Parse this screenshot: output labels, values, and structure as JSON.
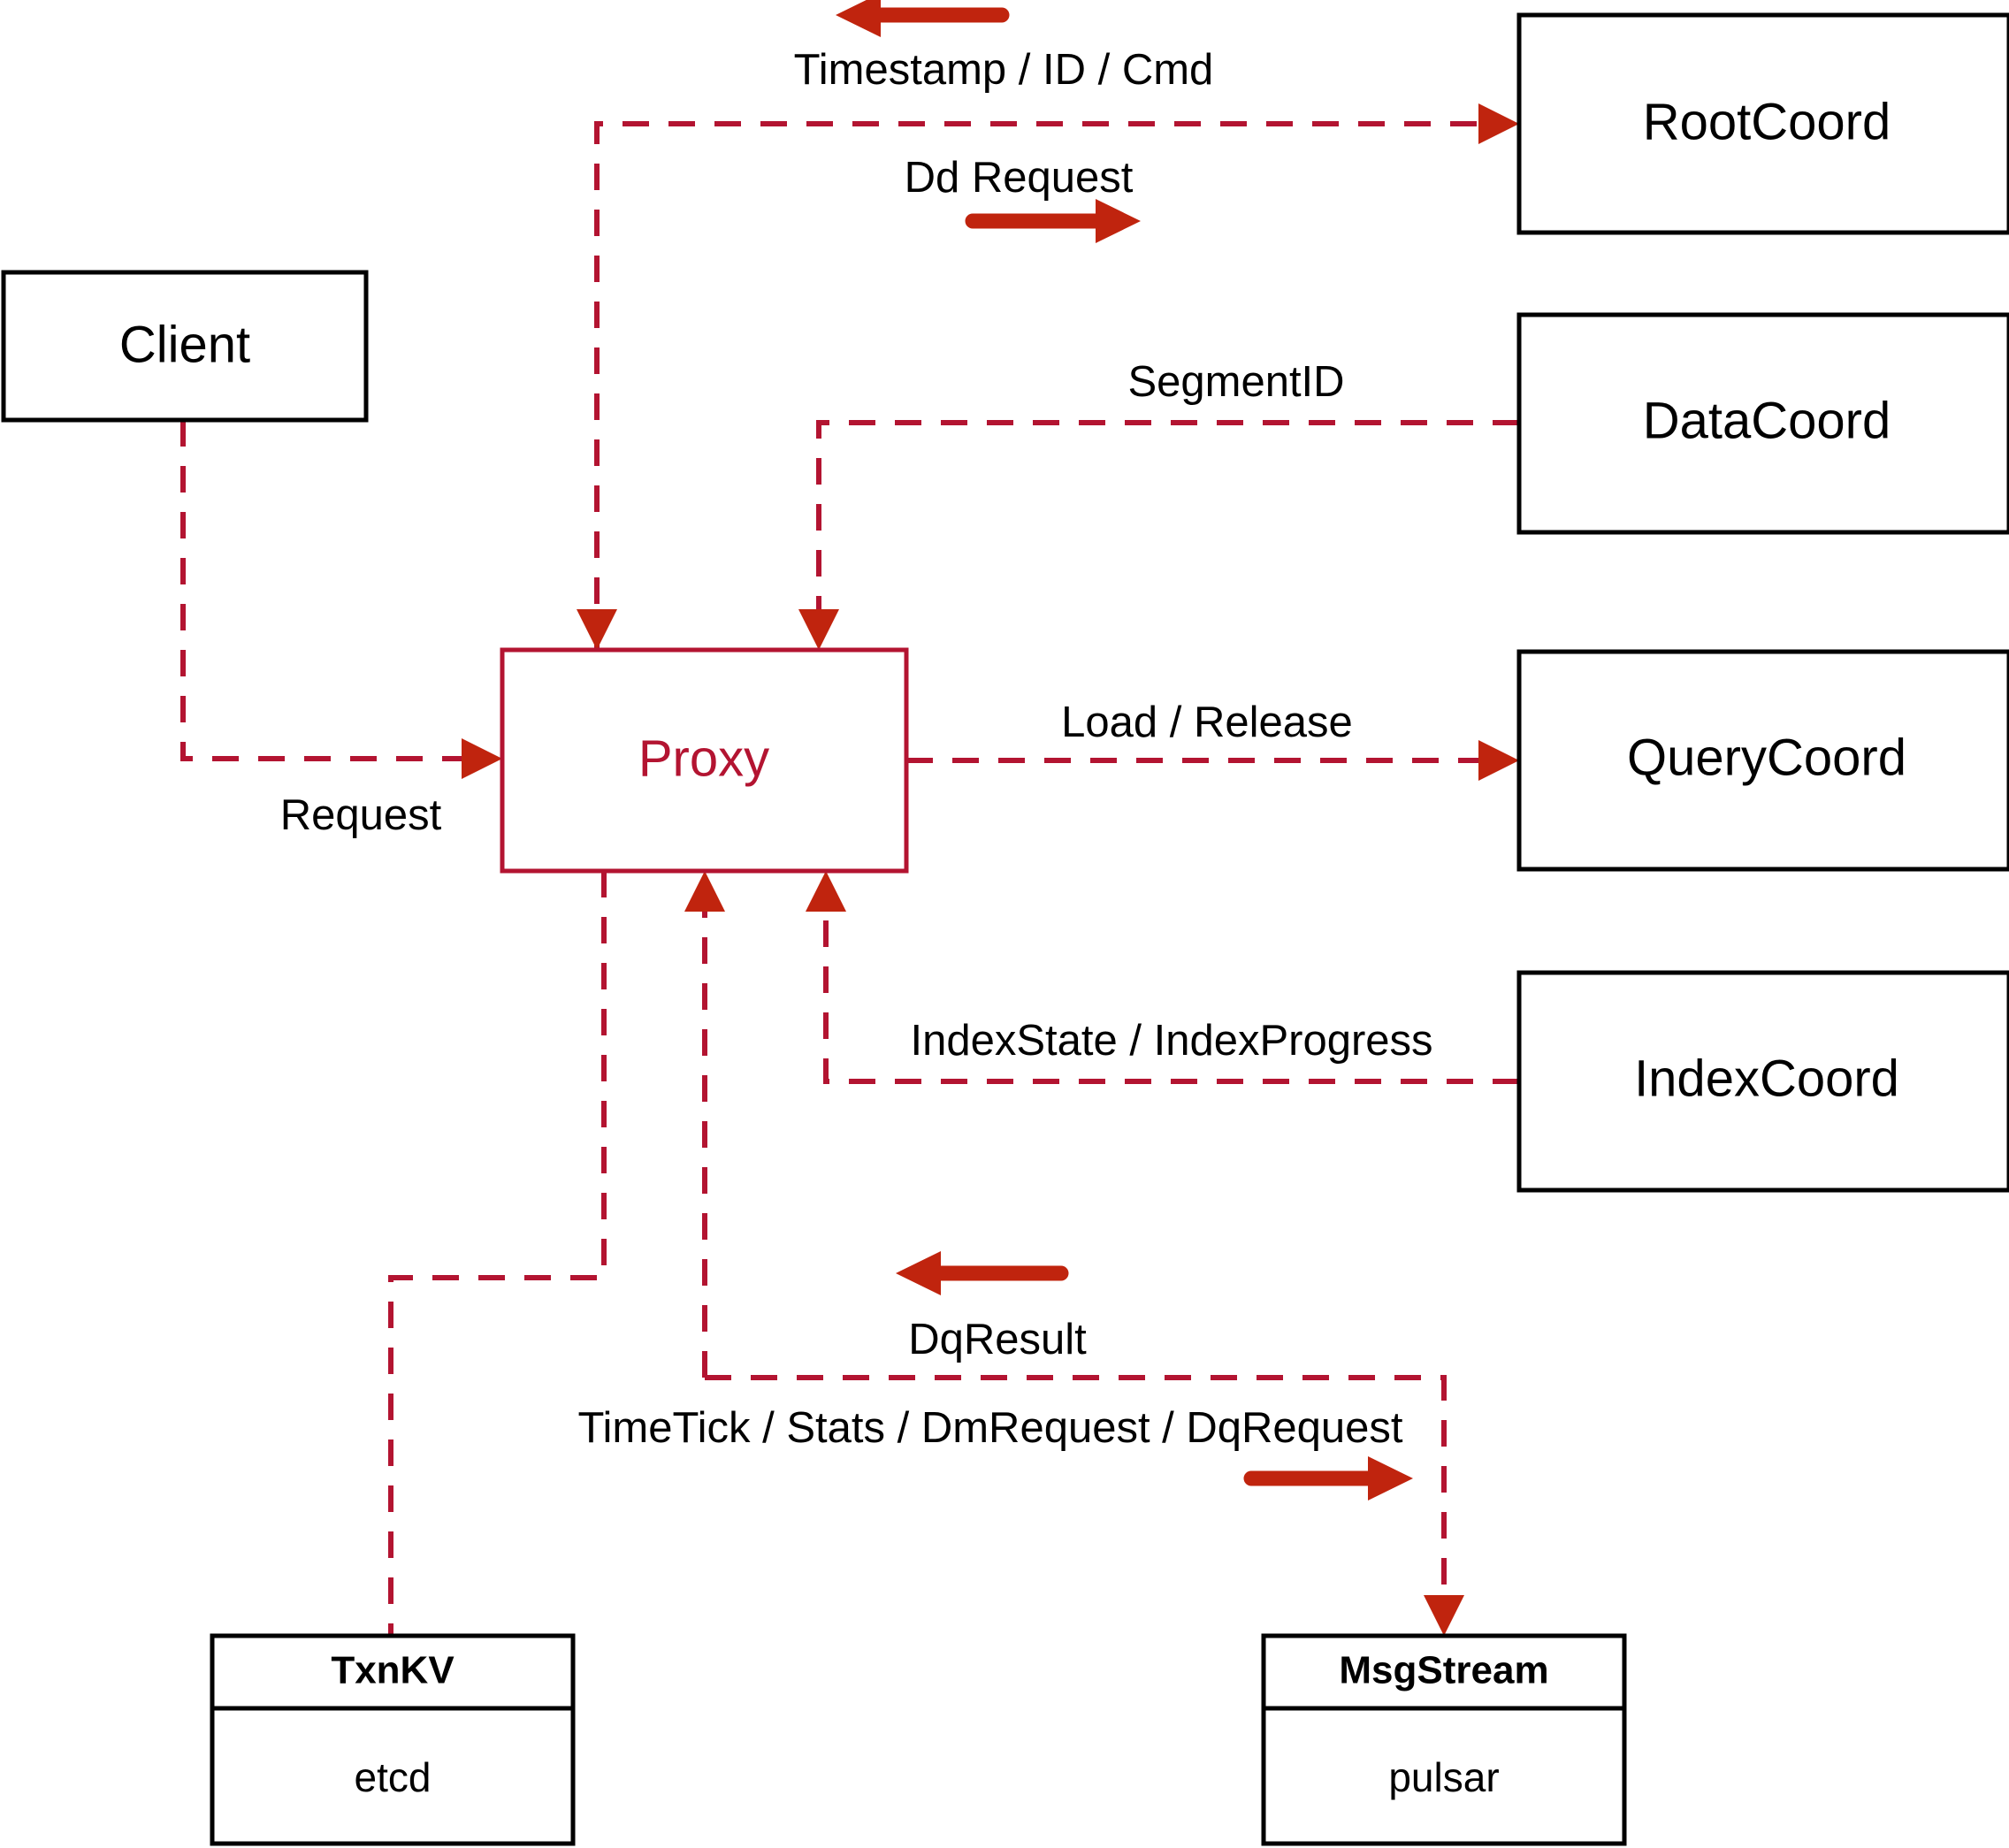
{
  "diagram": {
    "title": "Proxy interaction diagram",
    "colors": {
      "accent_dashed": "#B31431",
      "flow_arrow": "#C0240E",
      "node_stroke": "#000000",
      "background": "#FFFFFF"
    },
    "nodes": [
      {
        "id": "client",
        "label": "Client",
        "style": "plain"
      },
      {
        "id": "proxy",
        "label": "Proxy",
        "style": "accent"
      },
      {
        "id": "rootcoord",
        "label": "RootCoord",
        "style": "plain"
      },
      {
        "id": "datacoord",
        "label": "DataCoord",
        "style": "plain"
      },
      {
        "id": "querycoord",
        "label": "QueryCoord",
        "style": "plain"
      },
      {
        "id": "indexcoord",
        "label": "IndexCoord",
        "style": "plain"
      },
      {
        "id": "txnkv",
        "label": "TxnKV",
        "sublabel": "etcd",
        "style": "two-part"
      },
      {
        "id": "msgstream",
        "label": "MsgStream",
        "sublabel": "pulsar",
        "style": "two-part"
      }
    ],
    "edges": [
      {
        "id": "client-proxy",
        "label": "Request",
        "from": "client",
        "to": "proxy"
      },
      {
        "id": "proxy-rootcoord",
        "label": "Dd Request",
        "from": "proxy",
        "to": "rootcoord"
      },
      {
        "id": "rootcoord-proxy",
        "label": "Timestamp / ID / Cmd",
        "from": "rootcoord",
        "to": "proxy"
      },
      {
        "id": "datacoord-proxy",
        "label": "SegmentID",
        "from": "datacoord",
        "to": "proxy"
      },
      {
        "id": "proxy-querycoord",
        "label": "Load / Release",
        "from": "proxy",
        "to": "querycoord"
      },
      {
        "id": "indexcoord-proxy",
        "label": "IndexState / IndexProgress",
        "from": "indexcoord",
        "to": "proxy"
      },
      {
        "id": "msgstream-proxy",
        "label": "DqResult",
        "from": "msgstream",
        "to": "proxy"
      },
      {
        "id": "proxy-msgstream",
        "label": "TimeTick / Stats / DmRequest / DqRequest",
        "from": "proxy",
        "to": "msgstream"
      },
      {
        "id": "proxy-txnkv",
        "label": "",
        "from": "proxy",
        "to": "txnkv"
      }
    ]
  }
}
